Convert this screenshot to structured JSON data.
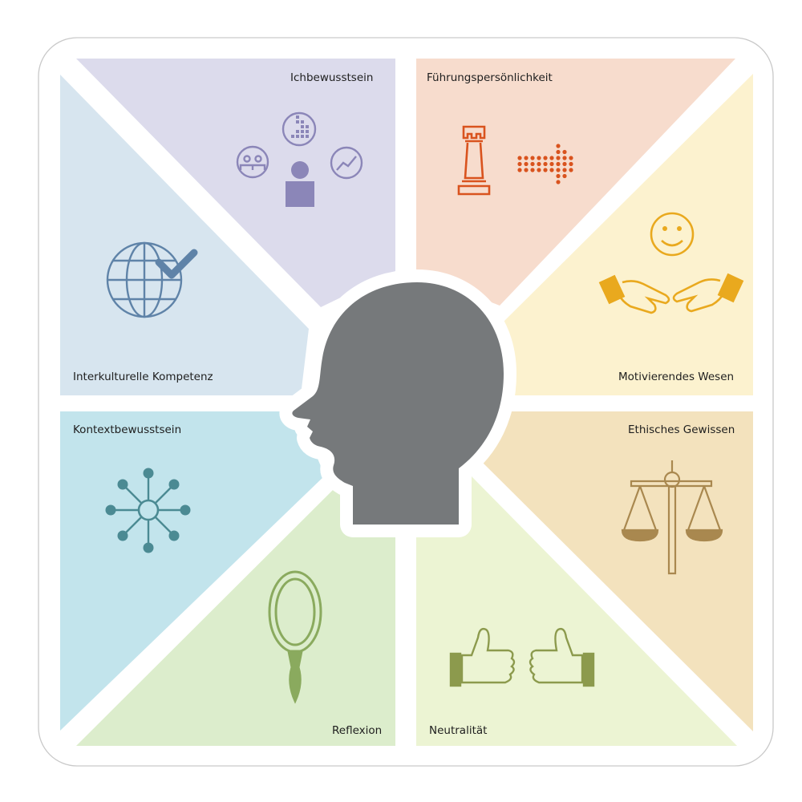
{
  "segments": [
    {
      "id": "ichbewusstsein",
      "label": "Ichbewusstsein",
      "color": "#dcdbec",
      "icon_color": "#8b86b8",
      "icon": "self-awareness-icon"
    },
    {
      "id": "fuehrung",
      "label": "Führungspersönlichkeit",
      "color": "#f7dccd",
      "icon_color": "#d9531e",
      "icon": "chess-rook-arrow-icon"
    },
    {
      "id": "motivierendes",
      "label": "Motivierendes Wesen",
      "color": "#fcf2cf",
      "icon_color": "#e9a91e",
      "icon": "smiley-handshake-icon"
    },
    {
      "id": "ethisches",
      "label": "Ethisches Gewissen",
      "color": "#f3e2bd",
      "icon_color": "#a9884f",
      "icon": "balance-scale-icon"
    },
    {
      "id": "neutralitaet",
      "label": "Neutralität",
      "color": "#ecf4d3",
      "icon_color": "#8c9a4d",
      "icon": "thumbs-up-icon"
    },
    {
      "id": "reflexion",
      "label": "Reflexion",
      "color": "#dcedcc",
      "icon_color": "#8aaa5e",
      "icon": "hand-mirror-icon"
    },
    {
      "id": "kontext",
      "label": "Kontextbewusstsein",
      "color": "#c2e4ec",
      "icon_color": "#4b8a93",
      "icon": "network-icon"
    },
    {
      "id": "interkulturelle",
      "label": "Interkulturelle Kompetenz",
      "color": "#d7e5ef",
      "icon_color": "#5f83a8",
      "icon": "globe-check-icon"
    }
  ],
  "center": {
    "icon": "human-head-icon",
    "color": "#76797b"
  }
}
